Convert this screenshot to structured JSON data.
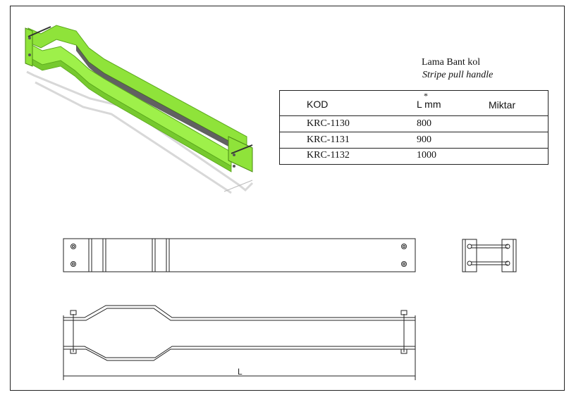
{
  "product": {
    "title": "Lama Bant kol",
    "subtitle": "Stripe pull handle"
  },
  "table": {
    "headers": {
      "code": "KOD",
      "length": "L mm",
      "length_marker": "*",
      "quantity": "Miktar"
    },
    "rows": [
      {
        "code": "KRC-1130",
        "length": "800",
        "quantity": ""
      },
      {
        "code": "KRC-1131",
        "length": "900",
        "quantity": ""
      },
      {
        "code": "KRC-1132",
        "length": "1000",
        "quantity": ""
      }
    ]
  },
  "drawing": {
    "dimension_label": "L"
  },
  "colors": {
    "accent_green": "#8fe33a",
    "accent_green_dark": "#5aa81c",
    "line": "#222222"
  }
}
